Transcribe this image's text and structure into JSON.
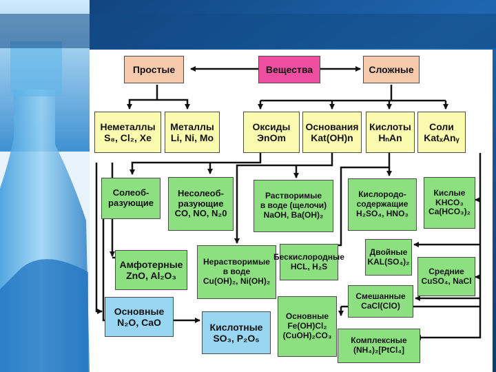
{
  "colors": {
    "root": "#ee4fa0",
    "category": "#f7c9ad",
    "class": "#fbfbb0",
    "subtype_green": "#8ce080",
    "subtype_blue": "#99d6f2",
    "connector": "#111111"
  },
  "nodes": {
    "prostye": {
      "lines": [
        "Простые"
      ]
    },
    "veshchestva": {
      "lines": [
        "Вещества"
      ]
    },
    "slozhnye": {
      "lines": [
        "Сложные"
      ]
    },
    "nemetally": {
      "lines": [
        "Неметаллы",
        "S₈, Cl₂, Xe"
      ]
    },
    "metally": {
      "lines": [
        "Металлы",
        "Li, Ni, Mo"
      ]
    },
    "oksidy": {
      "lines": [
        "Оксиды",
        "ЭnOm"
      ]
    },
    "osnovaniya": {
      "lines": [
        "Основания",
        "Kat(OH)n"
      ]
    },
    "kisloty": {
      "lines": [
        "Кислоты",
        "HₙAn"
      ]
    },
    "soli": {
      "lines": [
        "Соли",
        "KatₓAnᵧ"
      ]
    },
    "soleobrazuyushchie": {
      "lines": [
        "Солеоб-",
        "разующие"
      ]
    },
    "nesoleobrazuyushchie": {
      "lines": [
        "Несолеоб-",
        "разующие",
        "CO, NO, N₂0"
      ]
    },
    "rastvorimye": {
      "lines": [
        "Растворимые",
        "в воде (щелочи)",
        "NaOH, Ba(OH)₂"
      ]
    },
    "kislorodsoderzhashchie": {
      "lines": [
        "Кислородо-",
        "содержащие",
        "H₂SO₄, HNO₃"
      ]
    },
    "kislye": {
      "lines": [
        "Кислые",
        "KHCO₃",
        "Ca(HCO₃)₂"
      ]
    },
    "amfoternye": {
      "lines": [
        "Амфотерные",
        "ZnO, Al₂O₃"
      ]
    },
    "nerastvorimye": {
      "lines": [
        "Нерастворимые",
        "в воде",
        "Cu(OH)₂, Ni(OH)₂"
      ]
    },
    "beskislorodnye": {
      "lines": [
        "Бескислородные",
        "HCL, H₂S"
      ]
    },
    "dvoynye": {
      "lines": [
        "Двойные",
        "KAL(SO₄)₂"
      ]
    },
    "srednie": {
      "lines": [
        "Средние",
        "CuSO₄, NaCl"
      ]
    },
    "osnovnye_oksidy": {
      "lines": [
        "Основные",
        "N₂O, CaO"
      ]
    },
    "smeshannye": {
      "lines": [
        "Смешанные",
        "CaCl(ClO)"
      ]
    },
    "kislotnye": {
      "lines": [
        "Кислотные",
        "SO₃, P₂O₅"
      ]
    },
    "osnovnye_soli": {
      "lines": [
        "Основные",
        "Fe(OH)Cl₂",
        "(CuOH)₂CO₃"
      ]
    },
    "kompleksnye": {
      "lines": [
        "Комплексные",
        "(NH₄)₂[PtCl₄]"
      ]
    }
  }
}
